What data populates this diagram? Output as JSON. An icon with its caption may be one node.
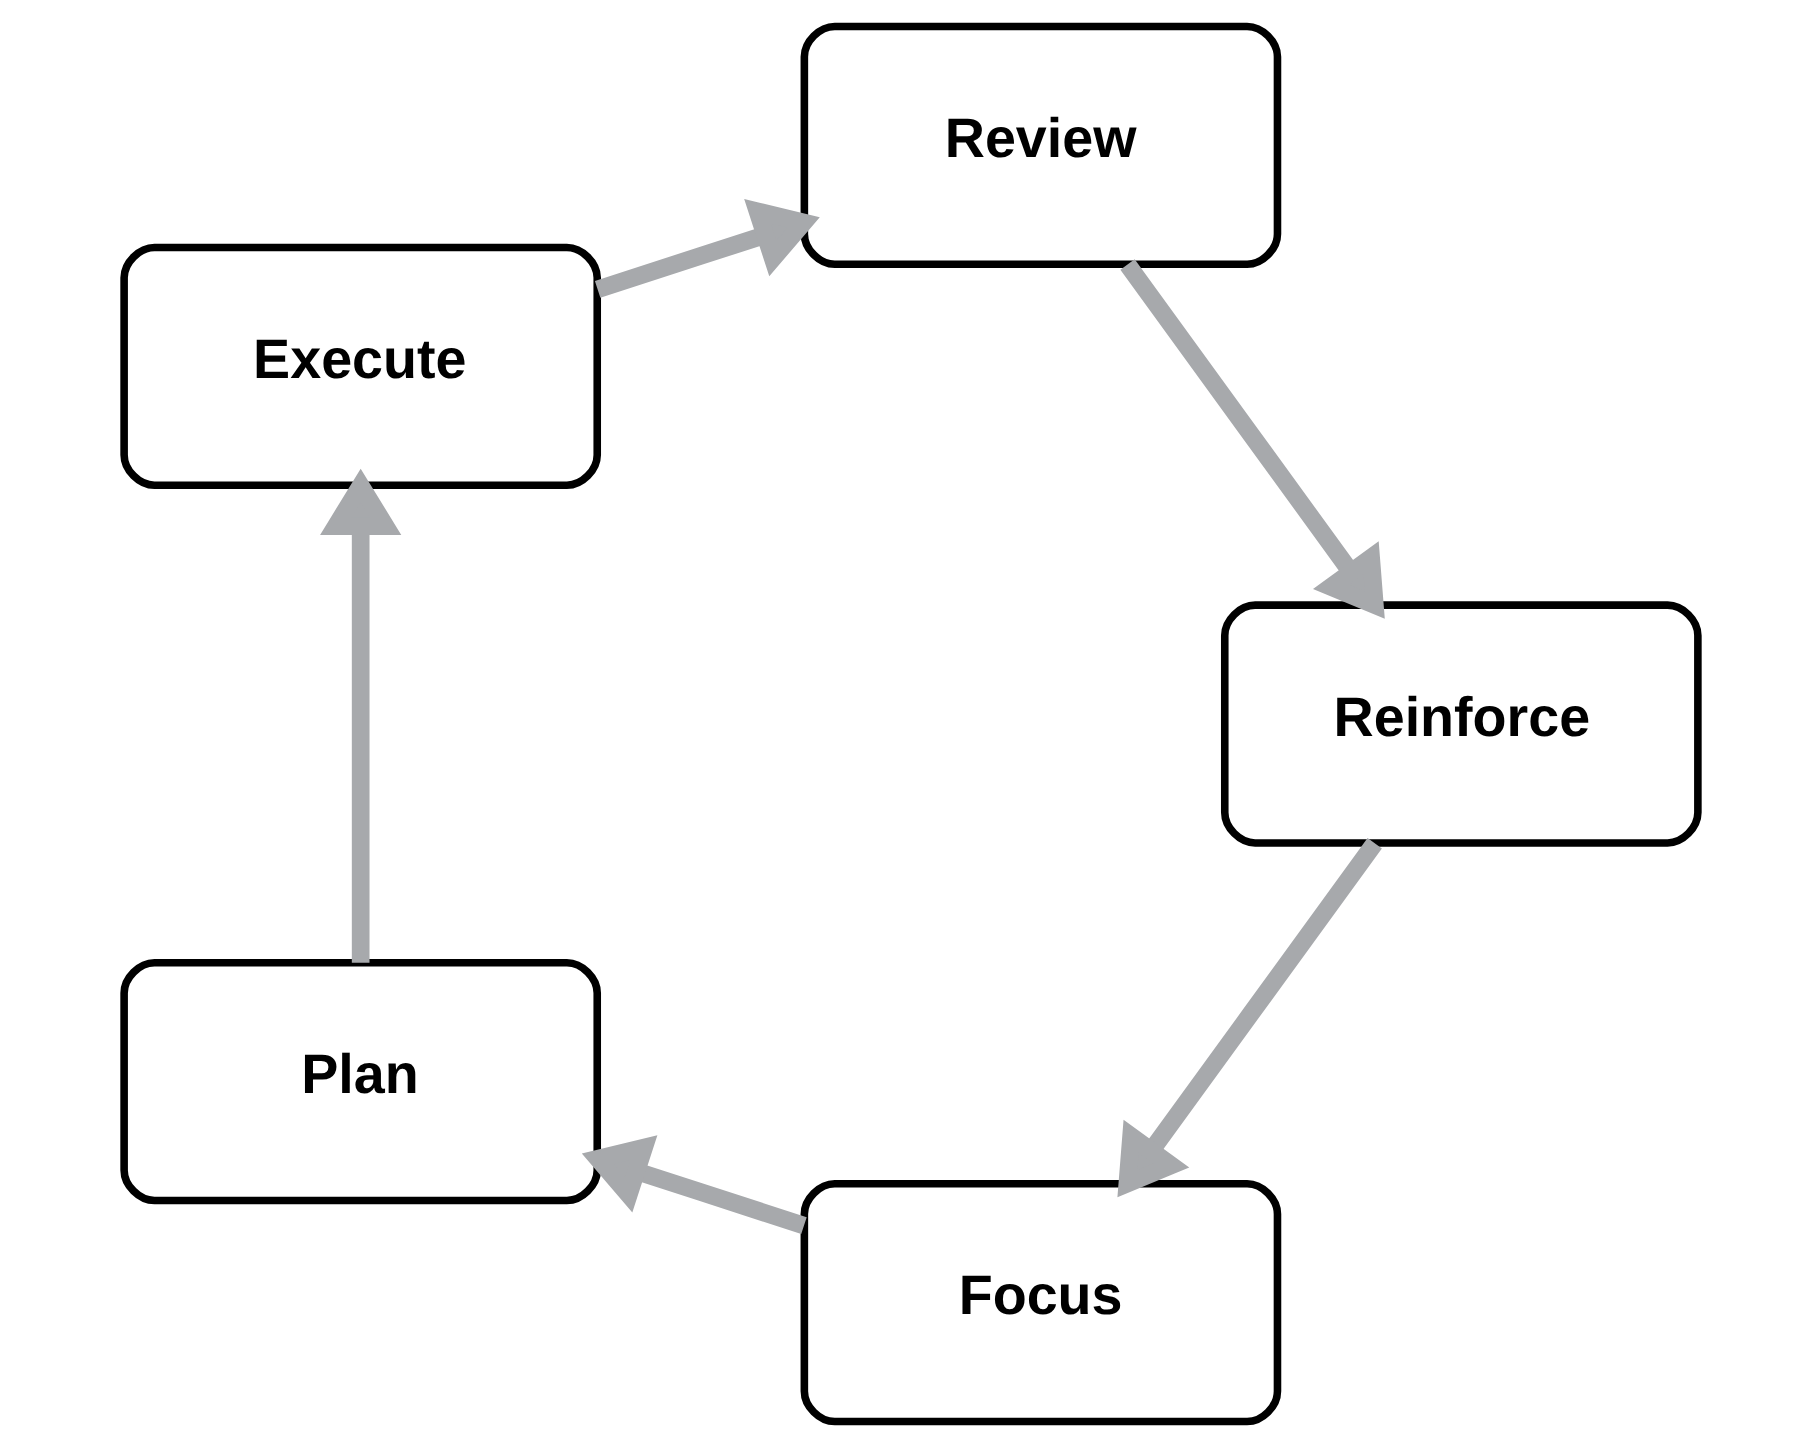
{
  "diagram": {
    "nodes": [
      {
        "text": [
          "Focus"
        ]
      },
      {
        "text": [
          "Plan"
        ]
      },
      {
        "text": [
          "Execute"
        ]
      },
      {
        "text": [
          "Review"
        ]
      },
      {
        "text": [
          "Reinforce"
        ]
      }
    ],
    "edges": [
      {
        "from": 0,
        "to": 1,
        "arrow": "to"
      },
      {
        "from": 1,
        "to": 2,
        "arrow": "to"
      },
      {
        "from": 2,
        "to": 3,
        "arrow": "to"
      },
      {
        "from": 3,
        "to": 4,
        "arrow": "to"
      },
      {
        "from": 4,
        "to": 0,
        "arrow": "to"
      }
    ]
  }
}
